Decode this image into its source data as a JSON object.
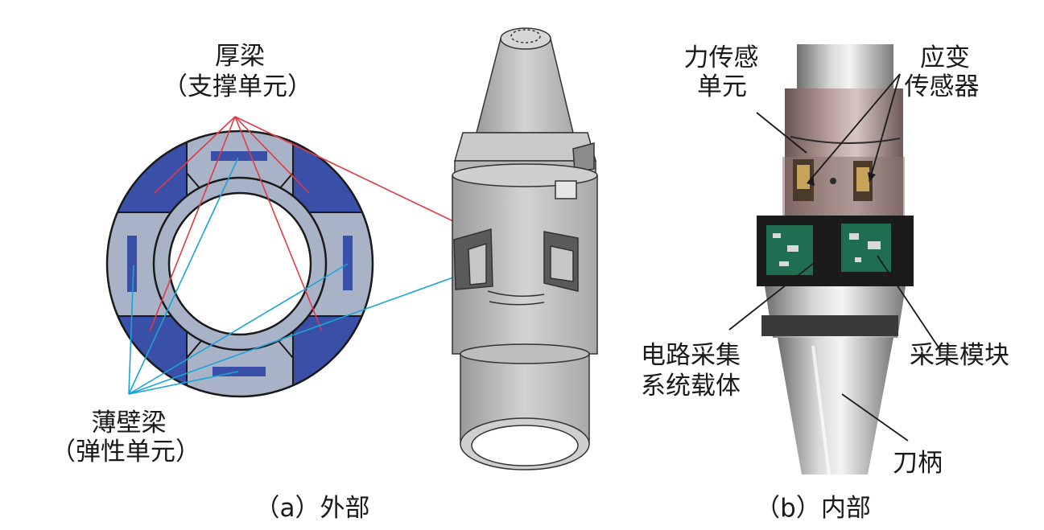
{
  "panel_a": {
    "caption": "（a）外部",
    "label_thick_beam_line1": "厚梁",
    "label_thick_beam_line2": "（支撑单元）",
    "label_thin_beam_line1": "薄壁梁",
    "label_thin_beam_line2": "（弹性单元）"
  },
  "panel_b": {
    "caption": "（b）内部",
    "label_force_unit_line1": "力传感",
    "label_force_unit_line2": "单元",
    "label_strain_line1": "应变",
    "label_strain_line2": "传感器",
    "label_carrier_line1": "电路采集",
    "label_carrier_line2": "系统载体",
    "label_module": "采集模块",
    "label_shank": "刀柄"
  },
  "colors": {
    "thick_beam_blue": "#3a50a8",
    "thin_beam_gray": "#a9b3c8",
    "leader_red": "#e03a45",
    "leader_cyan": "#1aa3d6",
    "dark_band": "#1b1b1b",
    "pcb_green": "#1f6e52"
  }
}
